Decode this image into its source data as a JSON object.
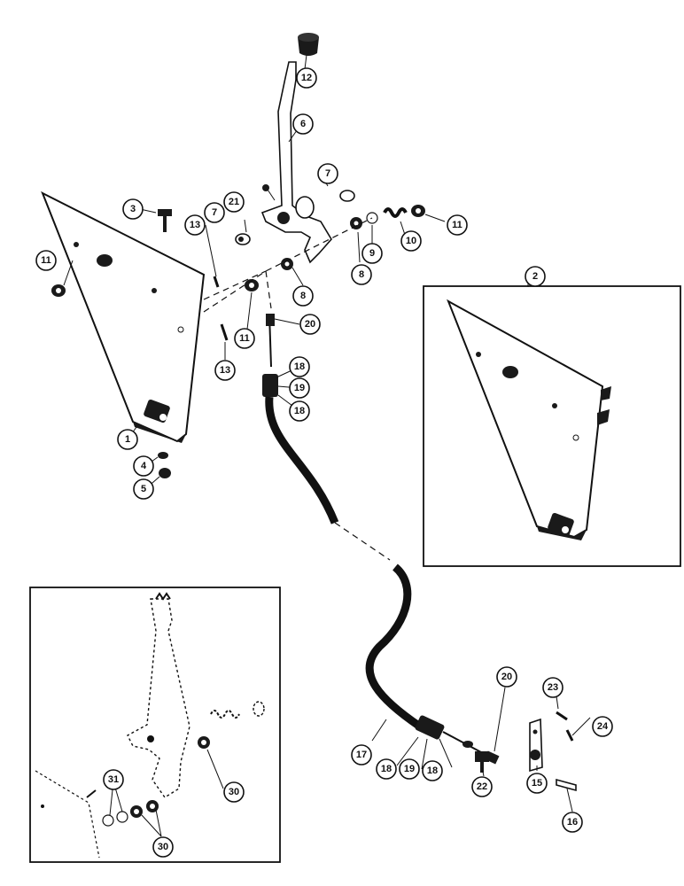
{
  "callouts": [
    {
      "label": "1"
    },
    {
      "label": "2"
    },
    {
      "label": "3"
    },
    {
      "label": "4"
    },
    {
      "label": "5"
    },
    {
      "label": "6"
    },
    {
      "label": "7"
    },
    {
      "label": "7"
    },
    {
      "label": "8"
    },
    {
      "label": "8"
    },
    {
      "label": "9"
    },
    {
      "label": "10"
    },
    {
      "label": "11"
    },
    {
      "label": "11"
    },
    {
      "label": "11"
    },
    {
      "label": "12"
    },
    {
      "label": "13"
    },
    {
      "label": "13"
    },
    {
      "label": "15"
    },
    {
      "label": "16"
    },
    {
      "label": "17"
    },
    {
      "label": "18"
    },
    {
      "label": "18"
    },
    {
      "label": "18"
    },
    {
      "label": "18"
    },
    {
      "label": "19"
    },
    {
      "label": "19"
    },
    {
      "label": "20"
    },
    {
      "label": "20"
    },
    {
      "label": "21"
    },
    {
      "label": "22"
    },
    {
      "label": "23"
    },
    {
      "label": "24"
    },
    {
      "label": "30"
    },
    {
      "label": "30"
    },
    {
      "label": "31"
    }
  ],
  "colors": {
    "ink": "#111111",
    "paper": "#ffffff"
  }
}
